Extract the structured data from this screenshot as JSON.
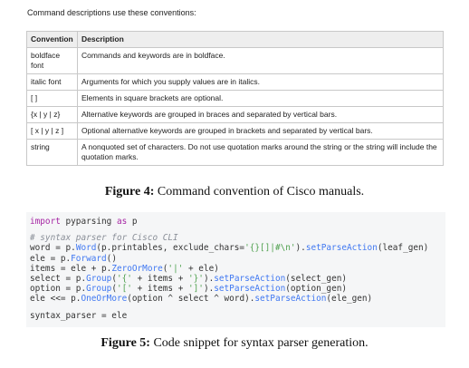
{
  "intro": "Command descriptions use these conventions:",
  "table": {
    "headers": [
      "Convention",
      "Description"
    ],
    "rows": [
      [
        "boldface font",
        "Commands and keywords are in boldface."
      ],
      [
        "italic font",
        "Arguments for which you supply values are in italics."
      ],
      [
        "[ ]",
        "Elements in square brackets are optional."
      ],
      [
        "{x | y | z}",
        "Alternative keywords are grouped in braces and separated by vertical bars."
      ],
      [
        "[ x | y | z ]",
        "Optional alternative keywords are grouped in brackets and separated by vertical bars."
      ],
      [
        "string",
        "A nonquoted set of characters. Do not use quotation marks around the string or the string will include the quotation marks."
      ]
    ]
  },
  "figure4": {
    "label": "Figure 4:",
    "text": " Command convention of Cisco manuals."
  },
  "code": [
    [
      [
        "kw",
        "import"
      ],
      [
        "df",
        " pyparsing "
      ],
      [
        "kw",
        "as"
      ],
      [
        "df",
        " p"
      ]
    ],
    [],
    [
      [
        "cm",
        "# syntax parser for Cisco CLI"
      ]
    ],
    [
      [
        "df",
        "word = p."
      ],
      [
        "fn",
        "Word"
      ],
      [
        "df",
        "(p.printables, exclude_chars="
      ],
      [
        "st",
        "'{}[]|#\\n'"
      ],
      [
        "df",
        ")."
      ],
      [
        "fn",
        "setParseAction"
      ],
      [
        "df",
        "(leaf_gen)"
      ]
    ],
    [
      [
        "df",
        "ele = p."
      ],
      [
        "fn",
        "Forward"
      ],
      [
        "df",
        "()"
      ]
    ],
    [
      [
        "df",
        "items = ele + p."
      ],
      [
        "fn",
        "ZeroOrMore"
      ],
      [
        "df",
        "("
      ],
      [
        "st",
        "'|'"
      ],
      [
        "df",
        " + ele)"
      ]
    ],
    [
      [
        "df",
        "select = p."
      ],
      [
        "fn",
        "Group"
      ],
      [
        "df",
        "("
      ],
      [
        "st",
        "'{'"
      ],
      [
        "df",
        " + items + "
      ],
      [
        "st",
        "'}'"
      ],
      [
        "df",
        ")."
      ],
      [
        "fn",
        "setParseAction"
      ],
      [
        "df",
        "(select_gen)"
      ]
    ],
    [
      [
        "df",
        "option = p."
      ],
      [
        "fn",
        "Group"
      ],
      [
        "df",
        "("
      ],
      [
        "st",
        "'['"
      ],
      [
        "df",
        " + items + "
      ],
      [
        "st",
        "']'"
      ],
      [
        "df",
        ")."
      ],
      [
        "fn",
        "setParseAction"
      ],
      [
        "df",
        "(option_gen)"
      ]
    ],
    [
      [
        "df",
        "ele <<= p."
      ],
      [
        "fn",
        "OneOrMore"
      ],
      [
        "df",
        "(option ^ select ^ word)."
      ],
      [
        "fn",
        "setParseAction"
      ],
      [
        "df",
        "(ele_gen)"
      ]
    ],
    [],
    [
      [
        "df",
        "syntax_parser = ele"
      ]
    ]
  ],
  "figure5": {
    "label": "Figure 5:",
    "text": " Code snippet for syntax parser generation."
  }
}
